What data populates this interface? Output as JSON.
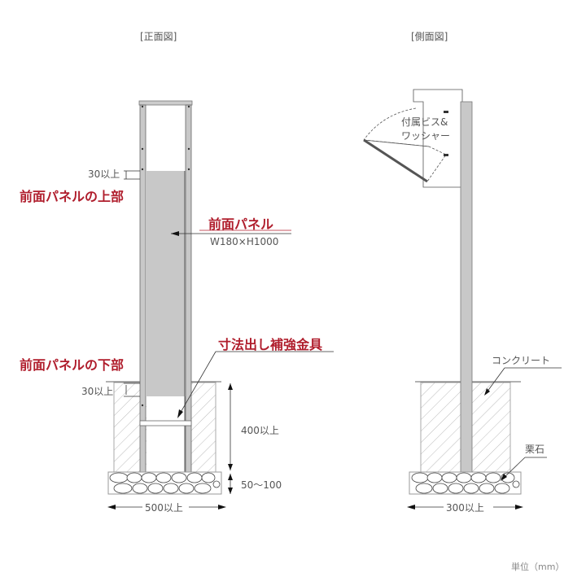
{
  "front": {
    "title": "[正面図]",
    "top_gap": "30以上",
    "top_label": "前面パネルの上部",
    "panel_label": "前面パネル",
    "panel_size": "W180×H1000",
    "bracket_label": "寸法出し補強金具",
    "bottom_label": "前面パネルの下部",
    "bottom_gap": "30以上",
    "depth": "400以上",
    "gravel_depth": "50〜100",
    "width": "500以上"
  },
  "side": {
    "title": "[側面図]",
    "screw_label_1": "付属ビス&",
    "screw_label_2": "ワッシャー",
    "concrete_label": "コンクリート",
    "gravel_label": "栗石",
    "width": "300以上"
  },
  "unit": "単位（mm）",
  "colors": {
    "accent": "#b01e2d",
    "post": "#c8c8c8",
    "line": "#555555"
  }
}
